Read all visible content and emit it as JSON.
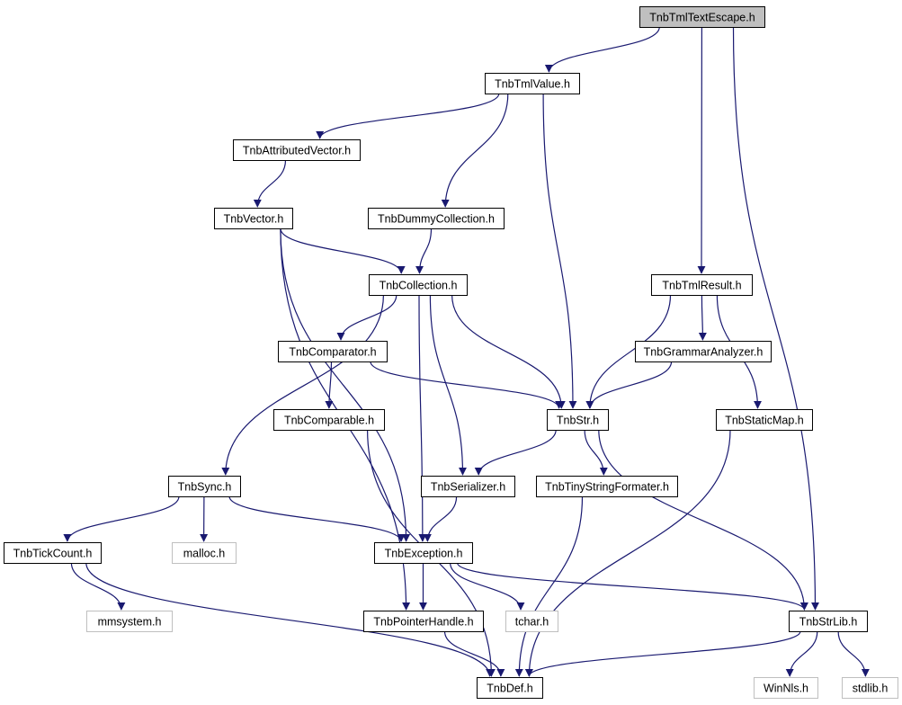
{
  "nodes": [
    {
      "id": "TnbTmlTextEscape.h",
      "label": "TnbTmlTextEscape.h",
      "style": "root"
    },
    {
      "id": "TnbTmlValue.h",
      "label": "TnbTmlValue.h",
      "style": "normal"
    },
    {
      "id": "TnbAttributedVector.h",
      "label": "TnbAttributedVector.h",
      "style": "normal"
    },
    {
      "id": "TnbVector.h",
      "label": "TnbVector.h",
      "style": "normal"
    },
    {
      "id": "TnbDummyCollection.h",
      "label": "TnbDummyCollection.h",
      "style": "normal"
    },
    {
      "id": "TnbCollection.h",
      "label": "TnbCollection.h",
      "style": "normal"
    },
    {
      "id": "TnbTmlResult.h",
      "label": "TnbTmlResult.h",
      "style": "normal"
    },
    {
      "id": "TnbComparator.h",
      "label": "TnbComparator.h",
      "style": "normal"
    },
    {
      "id": "TnbGrammarAnalyzer.h",
      "label": "TnbGrammarAnalyzer.h",
      "style": "normal"
    },
    {
      "id": "TnbComparable.h",
      "label": "TnbComparable.h",
      "style": "normal"
    },
    {
      "id": "TnbStr.h",
      "label": "TnbStr.h",
      "style": "normal"
    },
    {
      "id": "TnbStaticMap.h",
      "label": "TnbStaticMap.h",
      "style": "normal"
    },
    {
      "id": "TnbSync.h",
      "label": "TnbSync.h",
      "style": "normal"
    },
    {
      "id": "TnbSerializer.h",
      "label": "TnbSerializer.h",
      "style": "normal"
    },
    {
      "id": "TnbTinyStringFormater.h",
      "label": "TnbTinyStringFormater.h",
      "style": "normal"
    },
    {
      "id": "TnbTickCount.h",
      "label": "TnbTickCount.h",
      "style": "normal"
    },
    {
      "id": "malloc.h",
      "label": "malloc.h",
      "style": "external"
    },
    {
      "id": "TnbException.h",
      "label": "TnbException.h",
      "style": "normal"
    },
    {
      "id": "mmsystem.h",
      "label": "mmsystem.h",
      "style": "external"
    },
    {
      "id": "TnbPointerHandle.h",
      "label": "TnbPointerHandle.h",
      "style": "normal"
    },
    {
      "id": "tchar.h",
      "label": "tchar.h",
      "style": "external"
    },
    {
      "id": "TnbStrLib.h",
      "label": "TnbStrLib.h",
      "style": "normal"
    },
    {
      "id": "WinNls.h",
      "label": "WinNls.h",
      "style": "external"
    },
    {
      "id": "stdlib.h",
      "label": "stdlib.h",
      "style": "external"
    },
    {
      "id": "TnbDef.h",
      "label": "TnbDef.h",
      "style": "normal"
    }
  ],
  "edges": [
    {
      "from": "TnbTmlTextEscape.h",
      "to": "TnbTmlValue.h"
    },
    {
      "from": "TnbTmlTextEscape.h",
      "to": "TnbTmlResult.h"
    },
    {
      "from": "TnbTmlTextEscape.h",
      "to": "TnbStrLib.h"
    },
    {
      "from": "TnbTmlValue.h",
      "to": "TnbAttributedVector.h"
    },
    {
      "from": "TnbTmlValue.h",
      "to": "TnbDummyCollection.h"
    },
    {
      "from": "TnbTmlValue.h",
      "to": "TnbStr.h"
    },
    {
      "from": "TnbAttributedVector.h",
      "to": "TnbVector.h"
    },
    {
      "from": "TnbVector.h",
      "to": "TnbCollection.h"
    },
    {
      "from": "TnbVector.h",
      "to": "TnbException.h"
    },
    {
      "from": "TnbVector.h",
      "to": "TnbPointerHandle.h"
    },
    {
      "from": "TnbDummyCollection.h",
      "to": "TnbCollection.h"
    },
    {
      "from": "TnbCollection.h",
      "to": "TnbComparator.h"
    },
    {
      "from": "TnbCollection.h",
      "to": "TnbStr.h"
    },
    {
      "from": "TnbCollection.h",
      "to": "TnbSync.h"
    },
    {
      "from": "TnbCollection.h",
      "to": "TnbSerializer.h"
    },
    {
      "from": "TnbCollection.h",
      "to": "TnbException.h"
    },
    {
      "from": "TnbTmlResult.h",
      "to": "TnbGrammarAnalyzer.h"
    },
    {
      "from": "TnbTmlResult.h",
      "to": "TnbStr.h"
    },
    {
      "from": "TnbTmlResult.h",
      "to": "TnbStaticMap.h"
    },
    {
      "from": "TnbComparator.h",
      "to": "TnbComparable.h"
    },
    {
      "from": "TnbComparator.h",
      "to": "TnbStr.h"
    },
    {
      "from": "TnbGrammarAnalyzer.h",
      "to": "TnbStr.h"
    },
    {
      "from": "TnbComparable.h",
      "to": "TnbDef.h"
    },
    {
      "from": "TnbStr.h",
      "to": "TnbSerializer.h"
    },
    {
      "from": "TnbStr.h",
      "to": "TnbTinyStringFormater.h"
    },
    {
      "from": "TnbStr.h",
      "to": "TnbStrLib.h"
    },
    {
      "from": "TnbStaticMap.h",
      "to": "TnbDef.h"
    },
    {
      "from": "TnbSync.h",
      "to": "TnbTickCount.h"
    },
    {
      "from": "TnbSync.h",
      "to": "malloc.h"
    },
    {
      "from": "TnbSync.h",
      "to": "TnbException.h"
    },
    {
      "from": "TnbSerializer.h",
      "to": "TnbException.h"
    },
    {
      "from": "TnbTinyStringFormater.h",
      "to": "TnbDef.h"
    },
    {
      "from": "TnbTickCount.h",
      "to": "mmsystem.h"
    },
    {
      "from": "TnbTickCount.h",
      "to": "TnbDef.h"
    },
    {
      "from": "TnbException.h",
      "to": "TnbPointerHandle.h"
    },
    {
      "from": "TnbException.h",
      "to": "tchar.h"
    },
    {
      "from": "TnbException.h",
      "to": "TnbStrLib.h"
    },
    {
      "from": "TnbPointerHandle.h",
      "to": "TnbDef.h"
    },
    {
      "from": "TnbStrLib.h",
      "to": "TnbDef.h"
    },
    {
      "from": "TnbStrLib.h",
      "to": "WinNls.h"
    },
    {
      "from": "TnbStrLib.h",
      "to": "stdlib.h"
    }
  ],
  "colors": {
    "edge": "#191970",
    "root_fill": "#bfbfbf",
    "node_fill": "#ffffff",
    "node_border": "#000000",
    "external_border": "#bfbfbf",
    "text": "#000000"
  }
}
